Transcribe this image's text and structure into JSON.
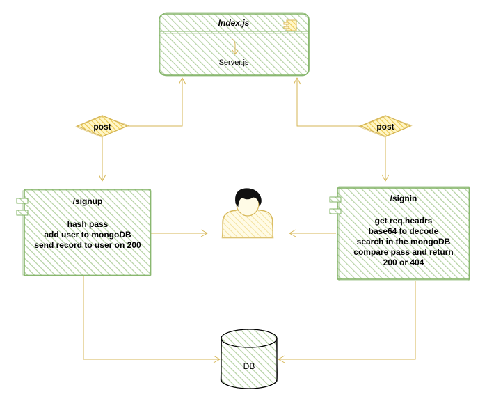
{
  "colors": {
    "box_fill": "#d5e8d4",
    "box_stroke": "#82b366",
    "edge_stroke": "#d6b656",
    "diamond_fill": "#fff2cc",
    "diamond_hatch": "#e8c84a"
  },
  "nodes": {
    "index": {
      "title": "Index.js",
      "subtitle": "Server.js",
      "icon": "component-icon"
    },
    "signup": {
      "title": "/signup",
      "lines": [
        "hash pass",
        "add user to mongoDB",
        "send record to user on 200"
      ],
      "icon": "component-icon"
    },
    "signin": {
      "title": "/signin",
      "lines": [
        "get req.headrs",
        "base64 to decode",
        "search in the mongoDB",
        "compare pass and return",
        "200 or 404"
      ],
      "icon": "component-icon"
    },
    "post_left": {
      "label": "post"
    },
    "post_right": {
      "label": "post"
    },
    "user": {
      "icon": "user-icon"
    },
    "db": {
      "label": "DB",
      "icon": "database-icon"
    }
  }
}
